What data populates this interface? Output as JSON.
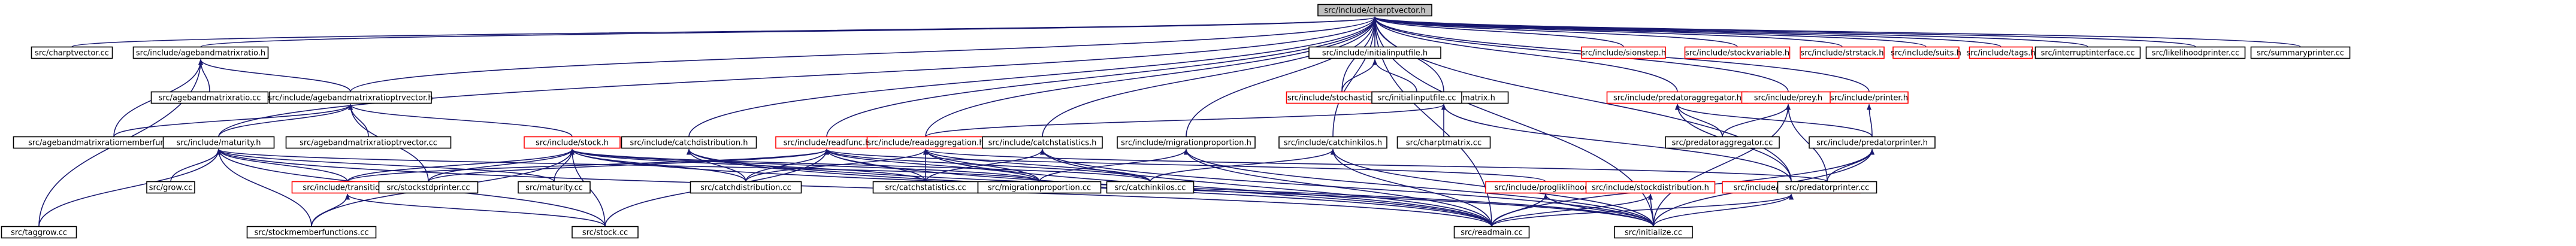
{
  "colors": {
    "edge": "#191970",
    "documented_border": "#000000",
    "undocumented_border": "#ff0000",
    "root_fill": "#bfbfbf",
    "node_fill": "#ffffff",
    "text": "#000000"
  },
  "graph": {
    "root": "src/include/charptvector.h",
    "nodes": [
      {
        "id": "n0",
        "label": "src/include/charptvector.h",
        "root": true
      },
      {
        "id": "n1",
        "label": "src/charptvector.cc"
      },
      {
        "id": "n2",
        "label": "src/include/agebandmatrixratio.h"
      },
      {
        "id": "n3",
        "label": "src/include/agebandmatrixratioptrvector.h"
      },
      {
        "id": "n4",
        "label": "src/include/catchdistribution.h"
      },
      {
        "id": "n5",
        "label": "src/include/readfunc.h",
        "undocumented": true
      },
      {
        "id": "n6",
        "label": "src/include/readaggregation.h",
        "undocumented": true
      },
      {
        "id": "n7",
        "label": "src/include/catchstatistics.h"
      },
      {
        "id": "n8",
        "label": "src/include/migrationproportion.h"
      },
      {
        "id": "n9",
        "label": "src/include/initialinputfile.h"
      },
      {
        "id": "n10",
        "label": "src/include/stochasticdata.h",
        "undocumented": true
      },
      {
        "id": "n11",
        "label": "src/include/charptmatrix.h"
      },
      {
        "id": "n12",
        "label": "src/include/catchinkilos.h"
      },
      {
        "id": "n13",
        "label": "src/include/predatoraggregator.h",
        "undocumented": true
      },
      {
        "id": "n14",
        "label": "src/include/prey.h",
        "undocumented": true
      },
      {
        "id": "n15",
        "label": "src/include/printer.h",
        "undocumented": true
      },
      {
        "id": "n16",
        "label": "src/include/stomachcontent.h",
        "undocumented": true
      },
      {
        "id": "n17",
        "label": "src/include/sionstep.h",
        "undocumented": true
      },
      {
        "id": "n18",
        "label": "src/include/stockvariable.h",
        "undocumented": true
      },
      {
        "id": "n19",
        "label": "src/include/strstack.h",
        "undocumented": true
      },
      {
        "id": "n20",
        "label": "src/include/suits.h",
        "undocumented": true
      },
      {
        "id": "n21",
        "label": "src/include/tags.h",
        "undocumented": true
      },
      {
        "id": "n22",
        "label": "src/interruptinterface.cc"
      },
      {
        "id": "n23",
        "label": "src/likelihoodprinter.cc"
      },
      {
        "id": "n24",
        "label": "src/summaryprinter.cc"
      },
      {
        "id": "n25",
        "label": "src/taggrow.cc"
      },
      {
        "id": "n26",
        "label": "src/agebandmatrixratiomemberfunctions.cc"
      },
      {
        "id": "n27",
        "label": "src/agebandmatrixratio.cc"
      },
      {
        "id": "n28",
        "label": "src/include/maturity.h"
      },
      {
        "id": "n29",
        "label": "src/include/stock.h",
        "undocumented": true
      },
      {
        "id": "n30",
        "label": "src/agebandmatrixratioptrvector.cc"
      },
      {
        "id": "n31",
        "label": "src/grow.cc"
      },
      {
        "id": "n32",
        "label": "src/include/transition.h",
        "undocumented": true
      },
      {
        "id": "n33",
        "label": "src/maturity.cc"
      },
      {
        "id": "n34",
        "label": "src/stockstdprinter.cc"
      },
      {
        "id": "n35",
        "label": "src/stockmemberfunctions.cc"
      },
      {
        "id": "n36",
        "label": "src/stock.cc"
      },
      {
        "id": "n37",
        "label": "src/catchdistribution.cc"
      },
      {
        "id": "n38",
        "label": "src/catchstatistics.cc"
      },
      {
        "id": "n39",
        "label": "src/migrationproportion.cc"
      },
      {
        "id": "n40",
        "label": "src/catchinkilos.cc"
      },
      {
        "id": "n41",
        "label": "src/include/progliklihood.h",
        "undocumented": true
      },
      {
        "id": "n42",
        "label": "src/include/stockdistribution.h",
        "undocumented": true
      },
      {
        "id": "n43",
        "label": "src/readmain.cc"
      },
      {
        "id": "n44",
        "label": "src/initialize.cc"
      },
      {
        "id": "n45",
        "label": "src/initialinputfile.cc"
      },
      {
        "id": "n46",
        "label": "src/charptmatrix.cc"
      },
      {
        "id": "n47",
        "label": "src/predatoraggregator.cc"
      },
      {
        "id": "n48",
        "label": "src/include/predatorprinter.h"
      },
      {
        "id": "n49",
        "label": "src/predatorprinter.cc"
      }
    ],
    "edges": [
      [
        "n1",
        "n0"
      ],
      [
        "n2",
        "n0"
      ],
      [
        "n3",
        "n0"
      ],
      [
        "n4",
        "n0"
      ],
      [
        "n5",
        "n0"
      ],
      [
        "n6",
        "n0"
      ],
      [
        "n7",
        "n0"
      ],
      [
        "n8",
        "n0"
      ],
      [
        "n9",
        "n0"
      ],
      [
        "n10",
        "n0"
      ],
      [
        "n11",
        "n0"
      ],
      [
        "n12",
        "n0"
      ],
      [
        "n13",
        "n0"
      ],
      [
        "n14",
        "n0"
      ],
      [
        "n15",
        "n0"
      ],
      [
        "n16",
        "n0"
      ],
      [
        "n17",
        "n0"
      ],
      [
        "n18",
        "n0"
      ],
      [
        "n19",
        "n0"
      ],
      [
        "n20",
        "n0"
      ],
      [
        "n21",
        "n0"
      ],
      [
        "n22",
        "n0"
      ],
      [
        "n23",
        "n0"
      ],
      [
        "n24",
        "n0"
      ],
      [
        "n28",
        "n0"
      ],
      [
        "n25",
        "n2"
      ],
      [
        "n26",
        "n2"
      ],
      [
        "n27",
        "n2"
      ],
      [
        "n3",
        "n2"
      ],
      [
        "n26",
        "n3"
      ],
      [
        "n30",
        "n3"
      ],
      [
        "n28",
        "n3"
      ],
      [
        "n29",
        "n3"
      ],
      [
        "n34",
        "n3"
      ],
      [
        "n25",
        "n28"
      ],
      [
        "n31",
        "n28"
      ],
      [
        "n32",
        "n28"
      ],
      [
        "n33",
        "n28"
      ],
      [
        "n35",
        "n28"
      ],
      [
        "n36",
        "n28"
      ],
      [
        "n43",
        "n28"
      ],
      [
        "n39",
        "n28"
      ],
      [
        "n32",
        "n29"
      ],
      [
        "n34",
        "n29"
      ],
      [
        "n35",
        "n29"
      ],
      [
        "n36",
        "n29"
      ],
      [
        "n33",
        "n29"
      ],
      [
        "n37",
        "n29"
      ],
      [
        "n38",
        "n29"
      ],
      [
        "n39",
        "n29"
      ],
      [
        "n40",
        "n29"
      ],
      [
        "n44",
        "n29"
      ],
      [
        "n35",
        "n32"
      ],
      [
        "n36",
        "n32"
      ],
      [
        "n37",
        "n4"
      ],
      [
        "n43",
        "n4"
      ],
      [
        "n44",
        "n4"
      ],
      [
        "n32",
        "n5"
      ],
      [
        "n36",
        "n5"
      ],
      [
        "n37",
        "n5"
      ],
      [
        "n38",
        "n5"
      ],
      [
        "n39",
        "n5"
      ],
      [
        "n40",
        "n5"
      ],
      [
        "n41",
        "n5"
      ],
      [
        "n43",
        "n5"
      ],
      [
        "n34",
        "n5"
      ],
      [
        "n37",
        "n6"
      ],
      [
        "n38",
        "n6"
      ],
      [
        "n39",
        "n6"
      ],
      [
        "n40",
        "n6"
      ],
      [
        "n43",
        "n6"
      ],
      [
        "n49",
        "n6"
      ],
      [
        "n38",
        "n7"
      ],
      [
        "n43",
        "n7"
      ],
      [
        "n44",
        "n7"
      ],
      [
        "n39",
        "n8"
      ],
      [
        "n43",
        "n8"
      ],
      [
        "n44",
        "n8"
      ],
      [
        "n10",
        "n9"
      ],
      [
        "n45",
        "n9"
      ],
      [
        "n46",
        "n11"
      ],
      [
        "n6",
        "n11"
      ],
      [
        "n16",
        "n11"
      ],
      [
        "n40",
        "n12"
      ],
      [
        "n43",
        "n12"
      ],
      [
        "n44",
        "n12"
      ],
      [
        "n47",
        "n13"
      ],
      [
        "n48",
        "n13"
      ],
      [
        "n16",
        "n13"
      ],
      [
        "n47",
        "n14"
      ],
      [
        "n49",
        "n14"
      ],
      [
        "n44",
        "n14"
      ],
      [
        "n48",
        "n15"
      ],
      [
        "n49",
        "n48"
      ],
      [
        "n43",
        "n48"
      ],
      [
        "n44",
        "n48"
      ],
      [
        "n43",
        "n16"
      ],
      [
        "n44",
        "n16"
      ],
      [
        "n43",
        "n41"
      ],
      [
        "n44",
        "n41"
      ],
      [
        "n43",
        "n42"
      ],
      [
        "n44",
        "n42"
      ],
      [
        "n44",
        "n0"
      ],
      [
        "n43",
        "n0"
      ]
    ]
  }
}
